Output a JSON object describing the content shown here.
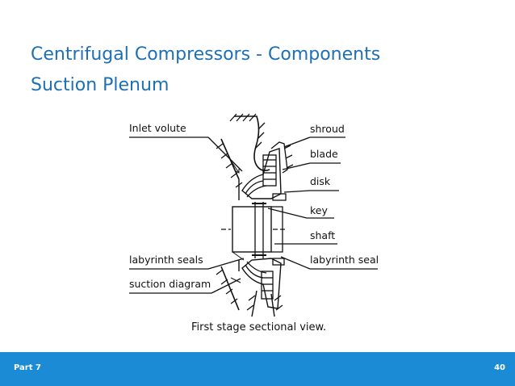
{
  "slide": {
    "title_line1": "Centrifugal Compressors - Components",
    "title_line2": "Suction Plenum"
  },
  "figure": {
    "labels": {
      "inlet_volute": "Inlet volute",
      "labyrinth_seals": "labyrinth seals",
      "suction_diagram": "suction diagram",
      "shroud": "shroud",
      "blade": "blade",
      "disk": "disk",
      "key": "key",
      "shaft": "shaft",
      "labyrinth_seal": "labyrinth seal"
    },
    "caption": "First stage sectional view."
  },
  "footer": {
    "section": "Part 7",
    "page_number": "40"
  },
  "colors": {
    "title": "#1f6fb5",
    "footer_bar": "#1a8bd4"
  }
}
